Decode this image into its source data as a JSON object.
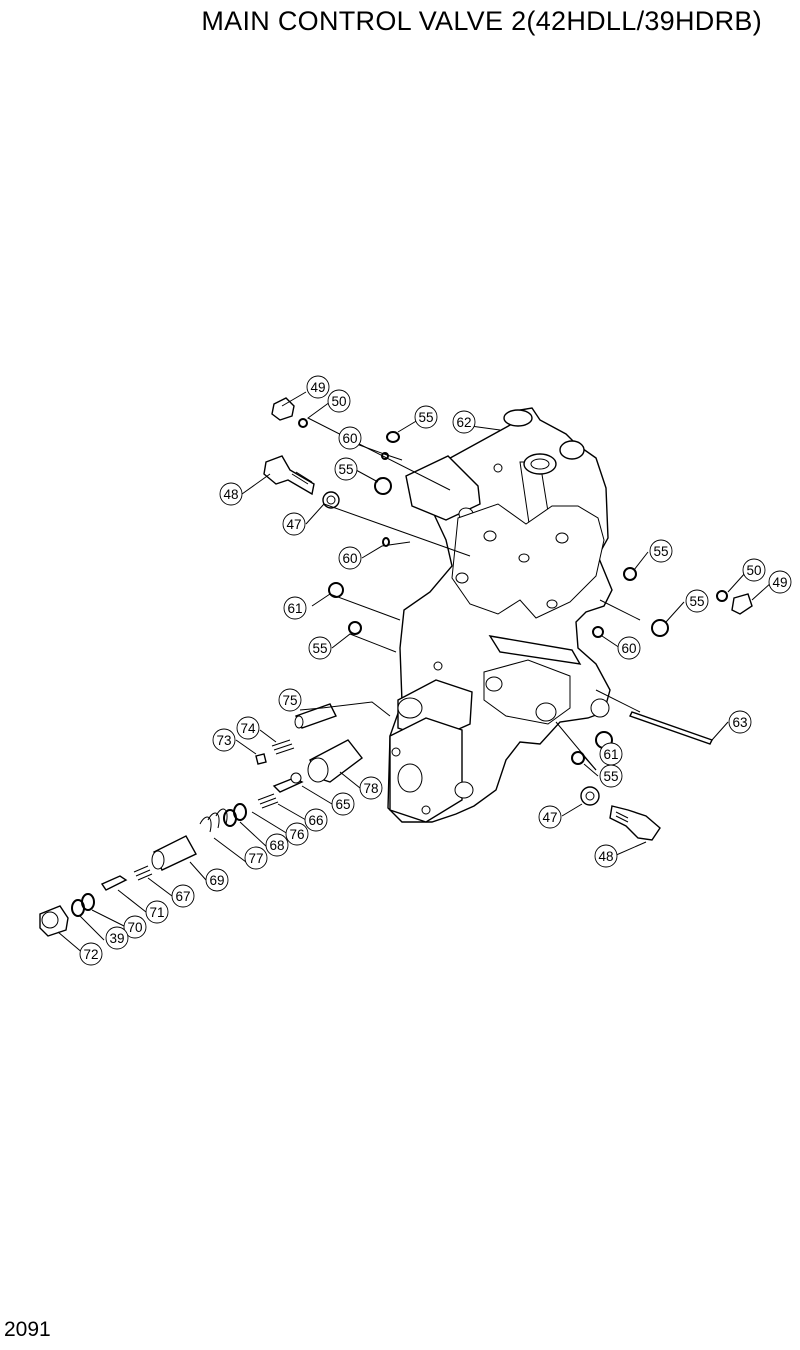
{
  "header": {
    "title": "MAIN CONTROL VALVE 2(42HDLL/39HDRB)"
  },
  "footer": {
    "page_number": "2091"
  },
  "callouts": [
    "49",
    "50",
    "55",
    "62",
    "60",
    "55",
    "48",
    "47",
    "60",
    "55",
    "50",
    "49",
    "61",
    "55",
    "55",
    "60",
    "75",
    "74",
    "73",
    "63",
    "61",
    "55",
    "78",
    "65",
    "66",
    "47",
    "76",
    "68",
    "77",
    "48",
    "69",
    "67",
    "71",
    "70",
    "39",
    "72"
  ]
}
